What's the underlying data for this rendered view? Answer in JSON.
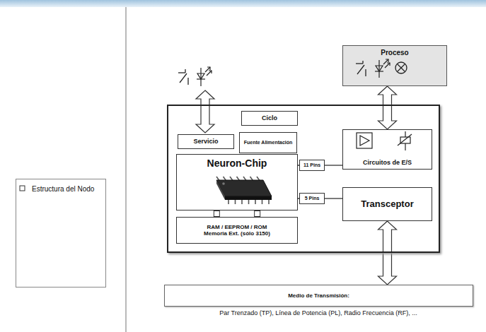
{
  "diagram": {
    "nodes": [
      {
        "text": [
          "Estructura del Nodo"
        ]
      },
      {
        "text": [
          "Proceso"
        ]
      },
      {
        "text": []
      },
      {
        "text": [
          "Ciclo"
        ],
        "in": 2
      },
      {
        "text": [
          "Servicio"
        ],
        "in": 2
      },
      {
        "text": [
          "Fuente Alimentación"
        ],
        "in": 2
      },
      {
        "text": [
          "Neuron-Chip"
        ],
        "in": 2
      },
      {
        "text": [
          "11 Pins"
        ],
        "in": 2
      },
      {
        "text": [
          "Circuitos de E/S"
        ],
        "in": 2
      },
      {
        "text": [
          "5 Pins"
        ],
        "in": 2
      },
      {
        "text": [
          "Transceptor"
        ],
        "in": 2
      },
      {
        "text": [
          "RAM / EEPROM / ROM",
          "Memoria Ext. (sólo 3150)"
        ],
        "in": 2
      },
      {
        "text": [
          "Medio de Transmisión:"
        ]
      }
    ],
    "edges": [
      {
        "from": 1,
        "to": 8,
        "arrow": "both"
      },
      {
        "from": 6,
        "to": 7,
        "arrow": "none"
      },
      {
        "from": 7,
        "to": 8,
        "arrow": "none"
      },
      {
        "from": 6,
        "to": 9,
        "arrow": "none"
      },
      {
        "from": 9,
        "to": 10,
        "arrow": "none"
      },
      {
        "from": 6,
        "to": 11,
        "arrow": "none"
      },
      {
        "from": 6,
        "to": 11,
        "arrow": "none"
      },
      {
        "from": 10,
        "to": 12,
        "arrow": "both"
      }
    ],
    "labels": [
      "Par Trenzado (TP), Línea de Potencia (PL), Radio Frecuencia (RF), ..."
    ]
  }
}
